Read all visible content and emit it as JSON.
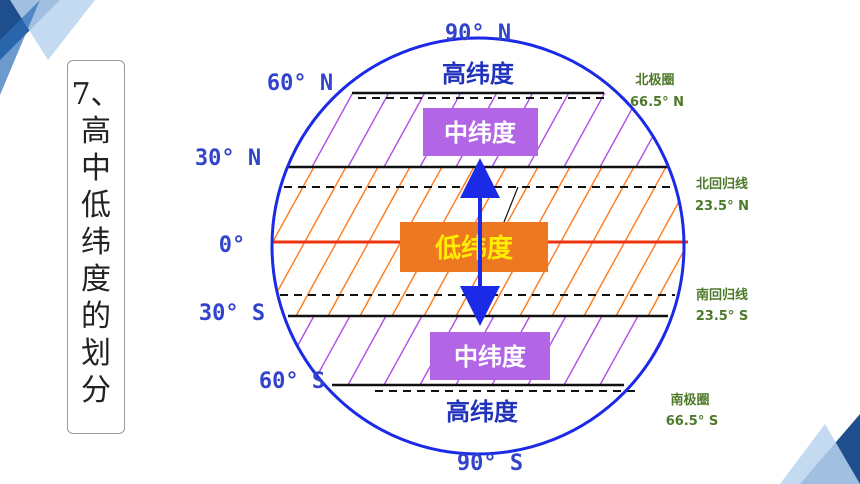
{
  "title": {
    "number": "7、",
    "chars": [
      "高",
      "中",
      "低",
      "纬",
      "度",
      "的",
      "划",
      "分"
    ]
  },
  "latitudes": {
    "n90": "90° N",
    "n60": "60° N",
    "n30": "30° N",
    "eq": "0°",
    "s30": "30° S",
    "s60": "60° S",
    "s90": "90° S"
  },
  "circles": {
    "arctic_name": "北极圈",
    "arctic_deg": "66.5° N",
    "cancer_name": "北回归线",
    "cancer_deg": "23.5° N",
    "capricorn_name": "南回归线",
    "capricorn_deg": "23.5° S",
    "antarctic_name": "南极圈",
    "antarctic_deg": "66.5° S"
  },
  "zones": {
    "high_north": "高纬度",
    "mid_north": "中纬度",
    "low": "低纬度",
    "mid_south": "中纬度",
    "high_south": "高纬度"
  },
  "colors": {
    "globe_outline": "#1a2ae6",
    "equator": "#ee3311",
    "mid_box": "#b266e6",
    "low_box": "#ee7722",
    "hatch_mid": "#b04ee8",
    "hatch_low": "#ff7a1a",
    "arrow": "#1a2ae6"
  }
}
